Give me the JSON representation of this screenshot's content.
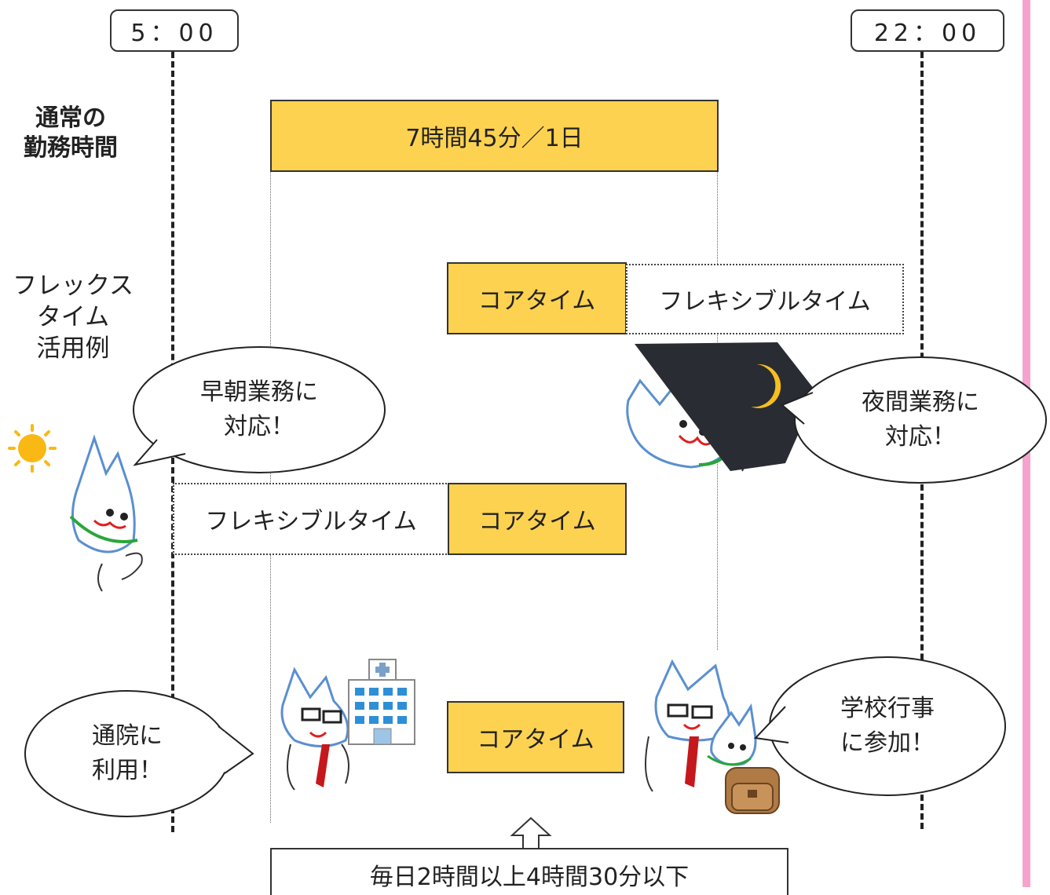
{
  "timeline": {
    "start": "5：00",
    "end": "22：00"
  },
  "rows": {
    "regular": {
      "label_line1": "通常の",
      "label_line2": "勤務時間",
      "bar_text": "7時間45分／1日"
    },
    "flex": {
      "label_line1": "フレックス",
      "label_line2": "タイム",
      "label_line3": "活用例"
    }
  },
  "segments": {
    "core": "コアタイム",
    "flexible": "フレキシブルタイム"
  },
  "bubbles": {
    "early": {
      "line1": "早朝業務に",
      "line2": "対応！"
    },
    "night": {
      "line1": "夜間業務に",
      "line2": "対応！"
    },
    "hospital": {
      "line1": "通院に",
      "line2": "利用！"
    },
    "school": {
      "line1": "学校行事",
      "line2": "に参加！"
    }
  },
  "note": "毎日2時間以上4時間30分以下",
  "colors": {
    "core": "#fdd250",
    "accent_pink": "#f5a3cc",
    "sun": "#f9b814",
    "moon": "#f6be1e",
    "night_sky": "#2a2c33"
  },
  "icons": [
    "sun-icon",
    "moon-icon",
    "hospital-icon",
    "school-bag-icon",
    "cat-character-icon"
  ]
}
